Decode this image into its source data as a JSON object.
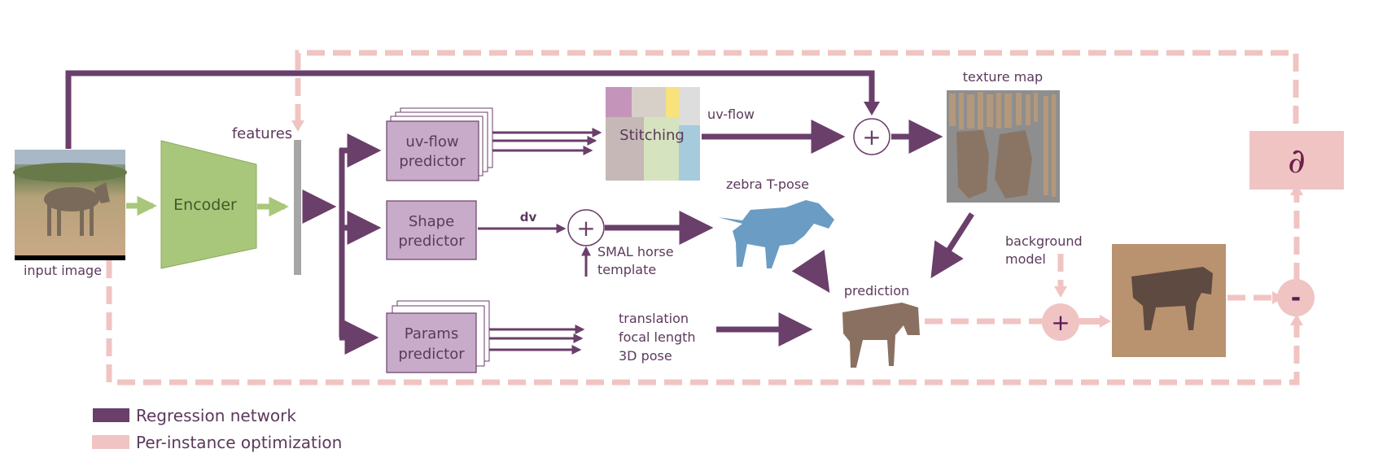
{
  "colors": {
    "regression": "#6a3f6a",
    "optimization": "#f0c4c2",
    "encoder": "#a9c77a",
    "predictor_fill": "#c7abc9",
    "predictor_stroke": "#6a3f6a",
    "features_bar": "#a6a6a6",
    "text": "#5b3a5b",
    "background_model": "#b99270",
    "texture_bg": "#8e8e8e",
    "tpose": "#6b9cc4"
  },
  "labels": {
    "input_image": "input image",
    "encoder": "Encoder",
    "features": "features",
    "uvflow_predictor": [
      "uv-flow",
      "predictor"
    ],
    "shape_predictor": [
      "Shape",
      "predictor"
    ],
    "params_predictor": [
      "Params",
      "predictor"
    ],
    "stitching": "Stitching",
    "uv_flow": "uv-flow",
    "texture_map": "texture map",
    "dv": "dv",
    "smal_template": [
      "SMAL horse",
      "template"
    ],
    "zebra_tpose": "zebra T-pose",
    "prediction": "prediction",
    "params_outputs": [
      "translation",
      "focal length",
      "3D pose"
    ],
    "background_model": [
      "background",
      "model"
    ],
    "partial_symbol": "∂",
    "plus_symbol": "+",
    "minus_symbol": "-"
  },
  "stitching_tiles": [
    {
      "name": "tile-purple",
      "color": "#c494bb"
    },
    {
      "name": "tile-beige",
      "color": "#d6d0c8"
    },
    {
      "name": "tile-yellow",
      "color": "#f7e27c"
    },
    {
      "name": "tile-lightgray",
      "color": "#dedddd"
    },
    {
      "name": "tile-mauve",
      "color": "#c6b8b6"
    },
    {
      "name": "tile-green",
      "color": "#d6e3bf"
    },
    {
      "name": "tile-blue",
      "color": "#a6cbdd"
    }
  ],
  "legend": [
    {
      "label": "Regression network",
      "style": "regression"
    },
    {
      "label": "Per-instance optimization",
      "style": "optimization"
    }
  ]
}
